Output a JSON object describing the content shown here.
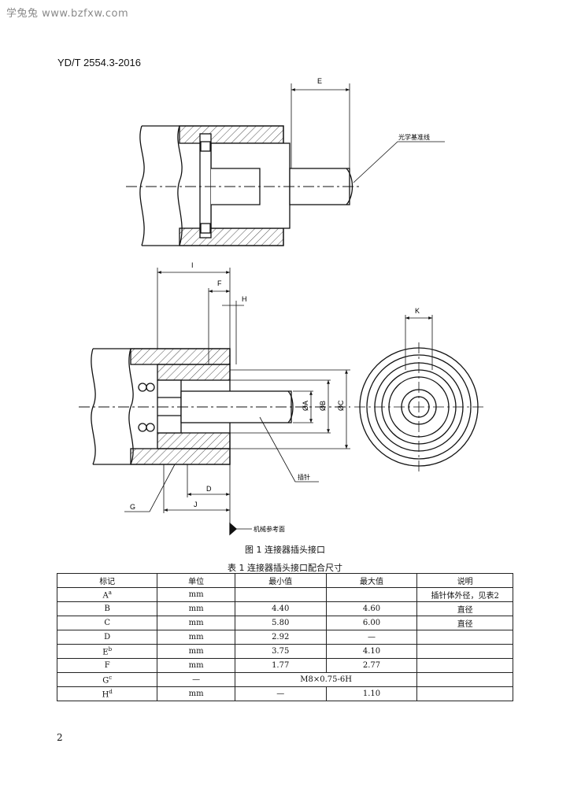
{
  "watermark": "学兔兔 www.bzfxw.com",
  "doc_id": "YD/T 2554.3-2016",
  "figure": {
    "caption": "图 1   连接器插头接口",
    "labels": {
      "E": "E",
      "I": "I",
      "F": "F",
      "H": "H",
      "K": "K",
      "A": "ØA",
      "B": "ØB",
      "C": "ØC",
      "D": "D",
      "J": "J",
      "G": "G",
      "optical_ref": "光学基准线",
      "pin": "插针",
      "mech_ref": "机械参考面"
    }
  },
  "table": {
    "caption": "表 1   连接器插头接口配合尺寸",
    "headers": [
      "标记",
      "单位",
      "最小值",
      "最大值",
      "说明"
    ],
    "rows": [
      {
        "mark": "A",
        "sup": "a",
        "unit": "mm",
        "min": "",
        "max": "",
        "note": "插针体外径，见表2"
      },
      {
        "mark": "B",
        "sup": "",
        "unit": "mm",
        "min": "4.40",
        "max": "4.60",
        "note": "直径"
      },
      {
        "mark": "C",
        "sup": "",
        "unit": "mm",
        "min": "5.80",
        "max": "6.00",
        "note": "直径"
      },
      {
        "mark": "D",
        "sup": "",
        "unit": "mm",
        "min": "2.92",
        "max": "—",
        "note": ""
      },
      {
        "mark": "E",
        "sup": "b",
        "unit": "mm",
        "min": "3.75",
        "max": "4.10",
        "note": ""
      },
      {
        "mark": "F",
        "sup": "",
        "unit": "mm",
        "min": "1.77",
        "max": "2.77",
        "note": ""
      },
      {
        "mark": "G",
        "sup": "c",
        "unit": "—",
        "merged": "M8×0.75-6H",
        "note": ""
      },
      {
        "mark": "H",
        "sup": "d",
        "unit": "mm",
        "min": "—",
        "max": "1.10",
        "note": ""
      }
    ]
  },
  "page_number": "2"
}
